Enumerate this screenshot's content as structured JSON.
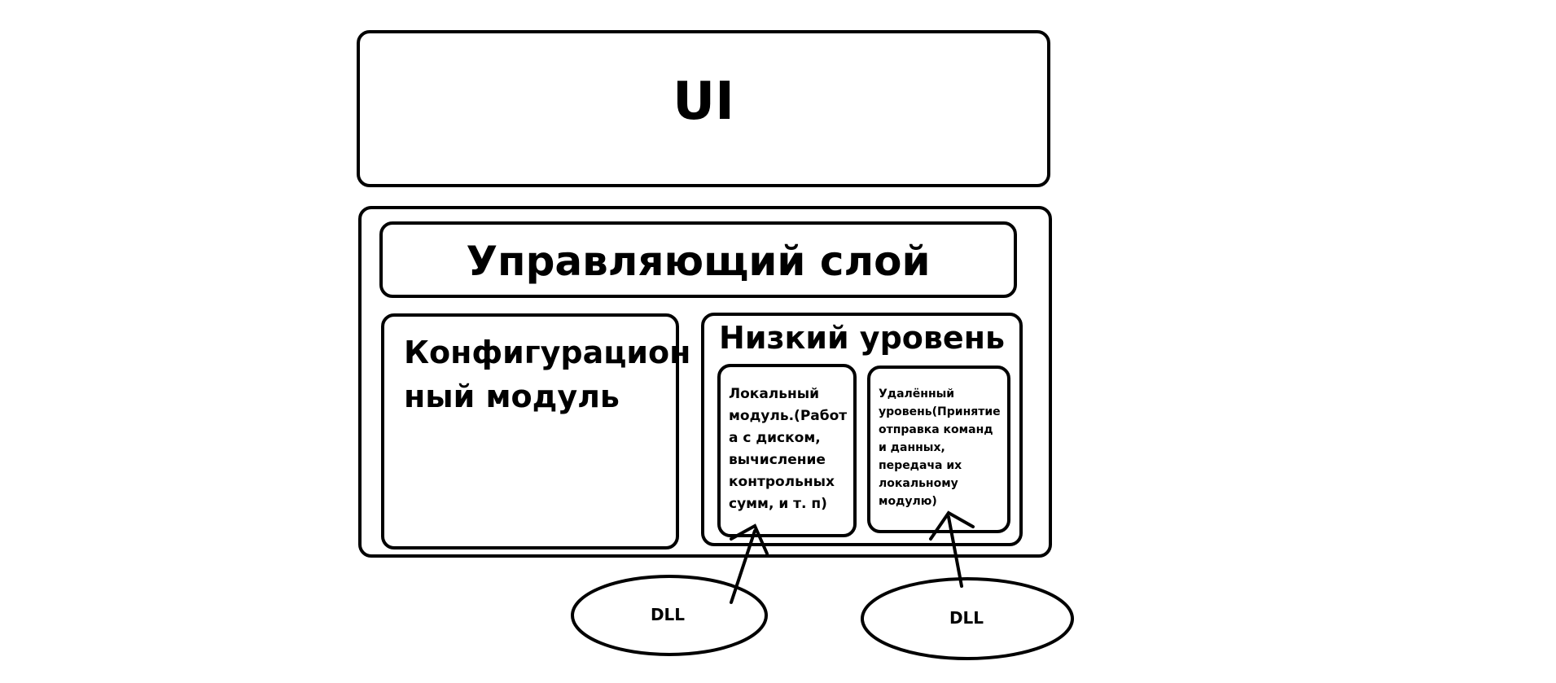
{
  "ui_block": {
    "label": "UI"
  },
  "control_layer": {
    "label": "Управляющий слой"
  },
  "config_module": {
    "label": "Конфигурацион\nный модуль"
  },
  "low_level": {
    "label": "Низкий уровень"
  },
  "local_module": {
    "label": "Локальный\nмодуль.(Работ\nа с диском,\nвычисление\nконтрольных\nсумм, и т. п)"
  },
  "remote_level": {
    "label": "Удалённый\nуровень(Принятие\nотправка команд\nи данных,\nпередача их\nлокальному\nмодулю)"
  },
  "dll_left": {
    "label": "DLL"
  },
  "dll_right": {
    "label": "DLL"
  }
}
